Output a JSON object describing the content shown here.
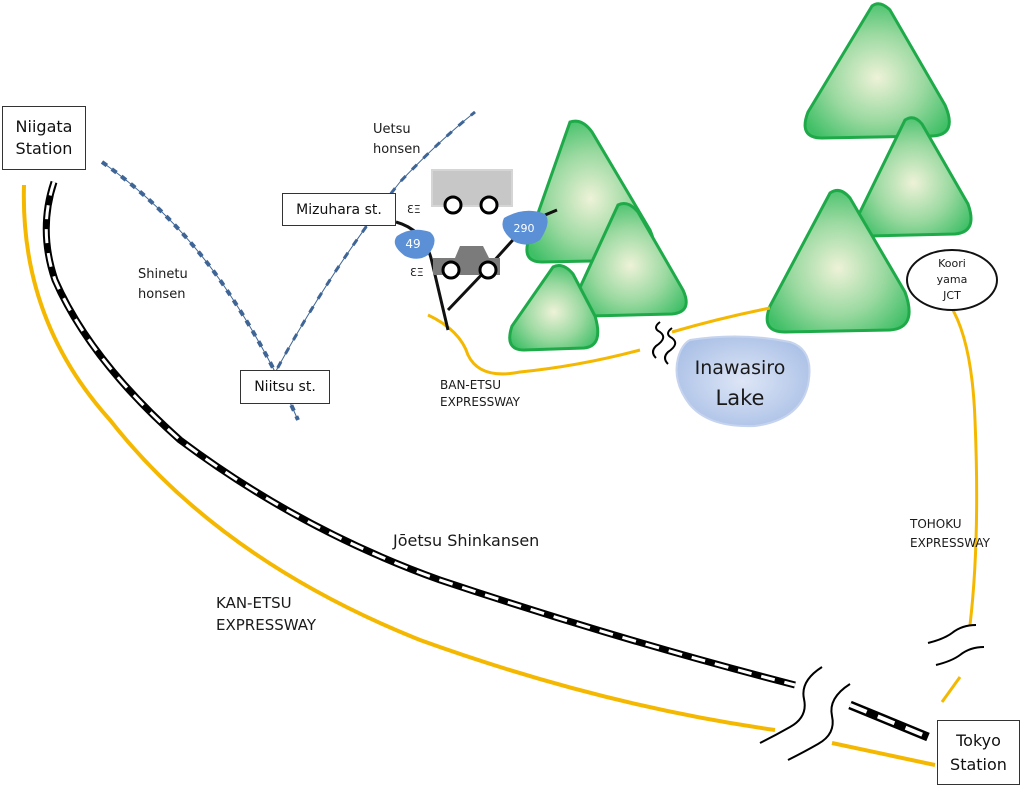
{
  "title": "Route map: Niigata to Tokyo via Inawashiro",
  "stations": {
    "niigata": [
      "Niigata",
      "Station"
    ],
    "tokyo": [
      "Tokyo",
      "Station"
    ],
    "mizuhara": "Mizuhara st.",
    "niitsu": "Niitsu st."
  },
  "junction": [
    "Koori",
    "yama",
    "JCT"
  ],
  "lines": {
    "shinetu": [
      "Shinetu",
      "honsen"
    ],
    "uetsu": [
      "Uetsu",
      "honsen"
    ],
    "shinkansen": "Jōetsu Shinkansen"
  },
  "expressways": {
    "ban_etsu": [
      "BAN-ETSU",
      "EXPRESSWAY"
    ],
    "kan_etsu": [
      "KAN-ETSU",
      "EXPRESSWAY"
    ],
    "tohoku": [
      "TOHOKU",
      "EXPRESSWAY"
    ]
  },
  "routes": {
    "r49": "49",
    "r290": "290"
  },
  "lake": [
    "Inawasiro",
    "Lake"
  ],
  "vehicle_marks": {
    "bus": "ƐΞ",
    "car": "ƐΞ"
  },
  "colors": {
    "expressway": "#f5b800",
    "local_rail": "#3e6596",
    "route_badge": "#5b8fd6",
    "mountain_edge": "#1faa4a",
    "lake": "#b4c7ea"
  }
}
